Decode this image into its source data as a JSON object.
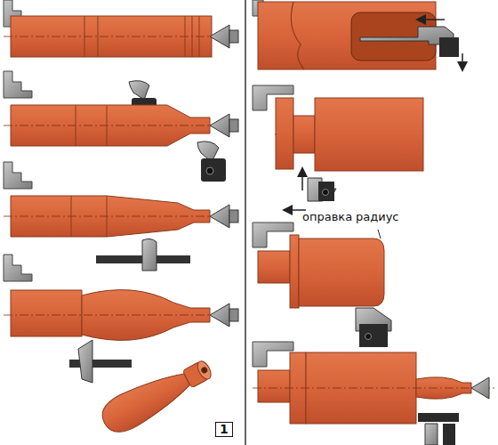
{
  "diagram": {
    "labels": [
      "оправка",
      "радиус",
      "1"
    ]
  }
}
